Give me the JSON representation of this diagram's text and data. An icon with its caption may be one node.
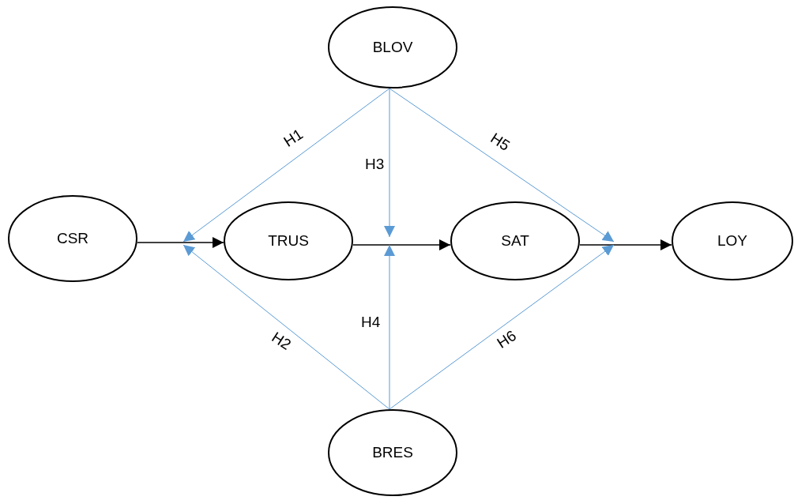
{
  "diagram": {
    "nodes": [
      {
        "text": [
          "CSR"
        ]
      },
      {
        "text": [
          "TRUS"
        ]
      },
      {
        "text": [
          "SAT"
        ]
      },
      {
        "text": [
          "LOY"
        ]
      },
      {
        "text": [
          "BLOV"
        ]
      },
      {
        "text": [
          "BRES"
        ]
      }
    ],
    "edges": [
      {
        "from": 0,
        "to": 1,
        "arrow": "to",
        "color": "#000000"
      },
      {
        "from": 1,
        "to": 2,
        "arrow": "to",
        "color": "#000000"
      },
      {
        "from": 2,
        "to": 3,
        "arrow": "to",
        "color": "#000000"
      },
      {
        "from": 4,
        "to": null,
        "arrow": "to",
        "label": "H1",
        "color": "#5b9bd5"
      },
      {
        "from": 5,
        "to": null,
        "arrow": "to",
        "label": "H2",
        "color": "#5b9bd5"
      },
      {
        "from": 4,
        "to": null,
        "arrow": "to",
        "label": "H3",
        "color": "#5b9bd5"
      },
      {
        "from": 5,
        "to": null,
        "arrow": "to",
        "label": "H4",
        "color": "#5b9bd5"
      },
      {
        "from": 4,
        "to": null,
        "arrow": "to",
        "label": "H5",
        "color": "#5b9bd5"
      },
      {
        "from": 5,
        "to": null,
        "arrow": "to",
        "label": "H6",
        "color": "#5b9bd5"
      }
    ]
  }
}
